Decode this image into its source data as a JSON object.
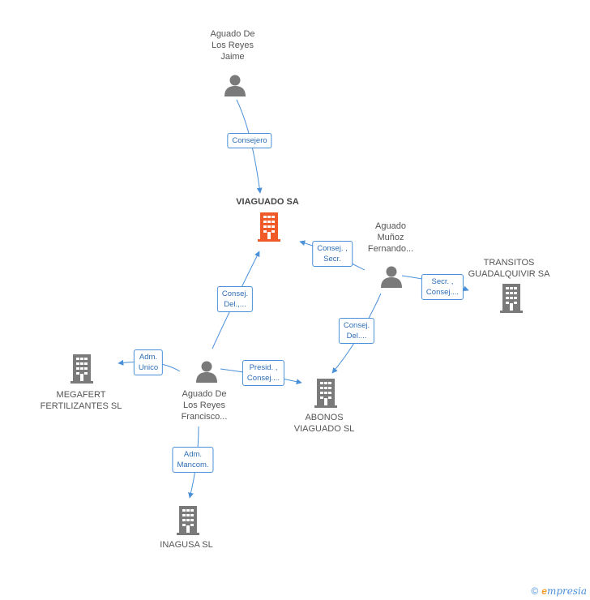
{
  "nodes": {
    "person_jaime": {
      "label_lines": [
        "Aguado De",
        "Los Reyes",
        "Jaime"
      ],
      "icon": "person-icon"
    },
    "viaguado": {
      "label": "VIAGUADO SA",
      "icon": "building-icon-highlight"
    },
    "person_fernando": {
      "label_lines": [
        "Aguado",
        "Muñoz",
        "Fernando..."
      ],
      "icon": "person-icon"
    },
    "transitos": {
      "label_lines": [
        "TRANSITOS",
        "GUADALQUIVIR SA"
      ],
      "icon": "building-icon"
    },
    "megafert": {
      "label_lines": [
        "MEGAFERT",
        "FERTILIZANTES SL"
      ],
      "icon": "building-icon"
    },
    "person_francisco": {
      "label_lines": [
        "Aguado De",
        "Los Reyes",
        "Francisco..."
      ],
      "icon": "person-icon"
    },
    "abonos": {
      "label_lines": [
        "ABONOS",
        "VIAGUADO SL"
      ],
      "icon": "building-icon"
    },
    "inagusa": {
      "label": "INAGUSA SL",
      "icon": "building-icon"
    }
  },
  "edges": {
    "consejero": {
      "lines": [
        "Consejero"
      ]
    },
    "fernando_viaguado": {
      "lines": [
        "Consej. ,",
        "Secr."
      ]
    },
    "fernando_transitos": {
      "lines": [
        "Secr. ,",
        "Consej...."
      ]
    },
    "francisco_viaguado": {
      "lines": [
        "Consej.",
        "Del.,..."
      ]
    },
    "fernando_abonos": {
      "lines": [
        "Consej.",
        "Del...."
      ]
    },
    "francisco_megafert": {
      "lines": [
        "Adm.",
        "Unico"
      ]
    },
    "francisco_abonos": {
      "lines": [
        "Presid. ,",
        "Consej...."
      ]
    },
    "francisco_inagusa": {
      "lines": [
        "Adm.",
        "Mancom."
      ]
    }
  },
  "colors": {
    "edge": "#4a90d9",
    "icon_gray": "#7a7a7a",
    "icon_highlight": "#f05a28"
  },
  "footer": {
    "copyright": "©",
    "brand_first": "e",
    "brand_rest": "mpresia"
  }
}
